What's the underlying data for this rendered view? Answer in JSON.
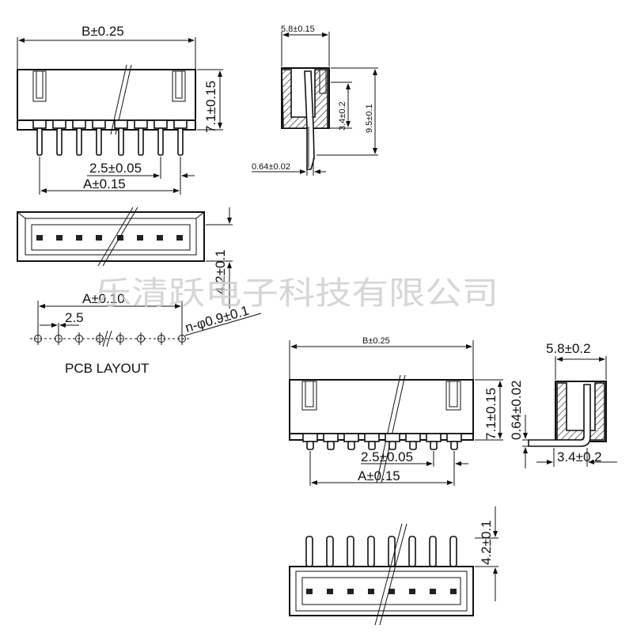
{
  "drawing": {
    "top_front": {
      "width_dim": "B±0.25",
      "height_dim": "7.1±0.15",
      "pitch_dim": "2.5±0.05",
      "span_dim": "A±0.15"
    },
    "top_side": {
      "depth_dim": "5.8±0.15",
      "inner_dim": "3.4±0.2",
      "total_dim": "9.5±0.1",
      "pin_dim": "0.64±0.02"
    },
    "top_plan": {
      "height_dim": "4.2±0.1"
    },
    "pcb_layout": {
      "span_dim": "A±0.10",
      "pitch_dim": "2.5",
      "hole_dim": "n-φ0.9±0.1",
      "title": "PCB LAYOUT"
    },
    "ra_front": {
      "width_dim": "B±0.25",
      "height_dim": "7.1±0.15",
      "pitch_dim": "2.5±0.05",
      "span_dim": "A±0.15"
    },
    "ra_side": {
      "depth_dim": "5.8±0.2",
      "pin_dim": "0.64±0.02",
      "inner_dim": "3.4±0.2"
    },
    "ra_plan": {
      "height_dim": "4.2±0.1"
    },
    "watermark": "乐清跃电子科技有限公司"
  }
}
